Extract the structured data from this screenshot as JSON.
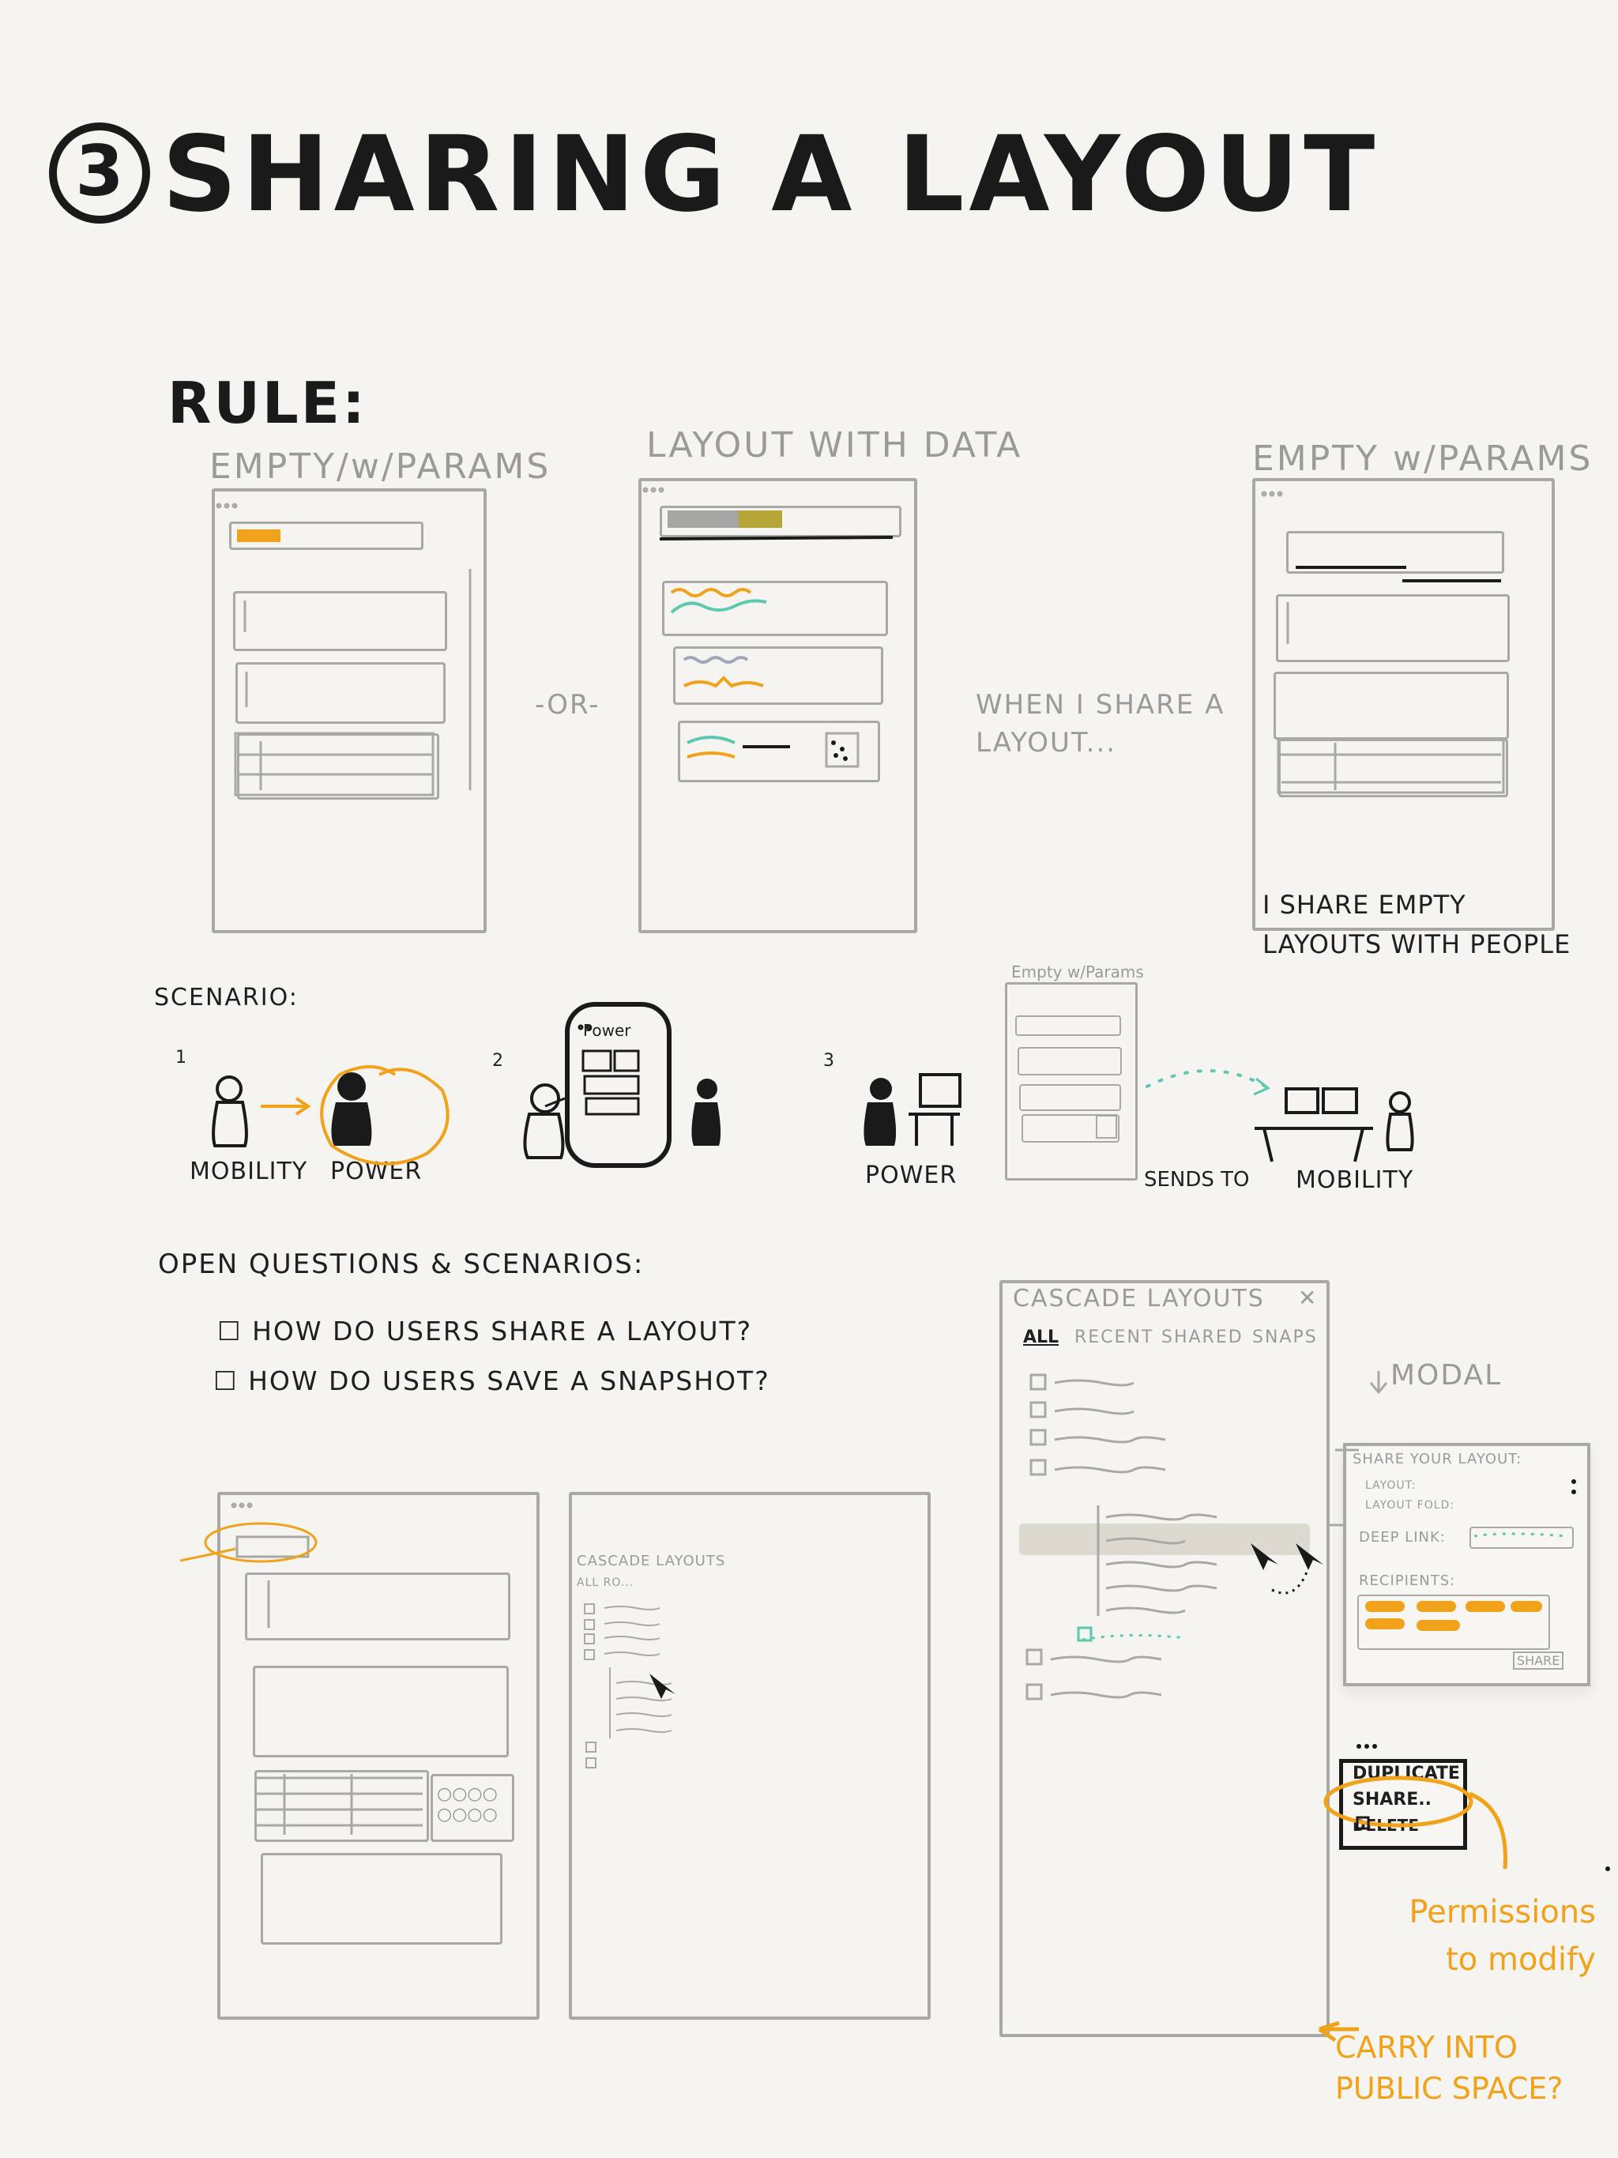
{
  "title": "SHARING A LAYOUT",
  "step_number": "3",
  "rule_label": "RULE:",
  "panels": {
    "left_label": "EMPTY/w/PARAMS",
    "middle_label": "LAYOUT WITH DATA",
    "or_label": "-OR-",
    "right_label": "EMPTY w/PARAMS",
    "share_note": "WHEN I SHARE A LAYOUT...",
    "right_caption": "I SHARE EMPTY LAYOUTS WITH PEOPLE"
  },
  "scenario": {
    "heading": "SCENARIO:",
    "step1_num": "1",
    "step2_num": "2",
    "step3_num": "3",
    "mobility": "MOBILITY",
    "power": "POWER",
    "bubble_label": "Power",
    "mini_label": "Empty w/Params",
    "sends_to": "SENDS TO",
    "mobility_2": "MOBILITY"
  },
  "questions": {
    "heading": "OPEN QUESTIONS & SCENARIOS:",
    "items": [
      "HOW DO USERS SHARE A LAYOUT?",
      "HOW DO USERS SAVE A SNAPSHOT?"
    ]
  },
  "cascade": {
    "title": "CASCADE LAYOUTS",
    "close": "✕",
    "tabs": [
      "ALL",
      "RECENT",
      "SHARED",
      "SNAPS"
    ],
    "mini_title": "CASCADE LAYOUTS",
    "mini_row": "ALL  RO..."
  },
  "modal": {
    "label": "MODAL",
    "heading": "SHARE YOUR LAYOUT:",
    "layout": "LAYOUT:",
    "folder": "LAYOUT FOLD:",
    "deep_link": "DEEP LINK:",
    "recipients": "RECIPIENTS:",
    "share_button": "SHARE"
  },
  "context_menu": {
    "items": [
      "DUPLICATE",
      "SHARE..",
      "DELETE"
    ]
  },
  "notes": {
    "permissions": "Permissions to modify",
    "carry": "CARRY INTO PUBLIC SPACE?"
  },
  "colors": {
    "accent": "#f0a21a",
    "teal": "#5cc8b0",
    "olive": "#b5a637",
    "frame": "#a8a8a6"
  }
}
